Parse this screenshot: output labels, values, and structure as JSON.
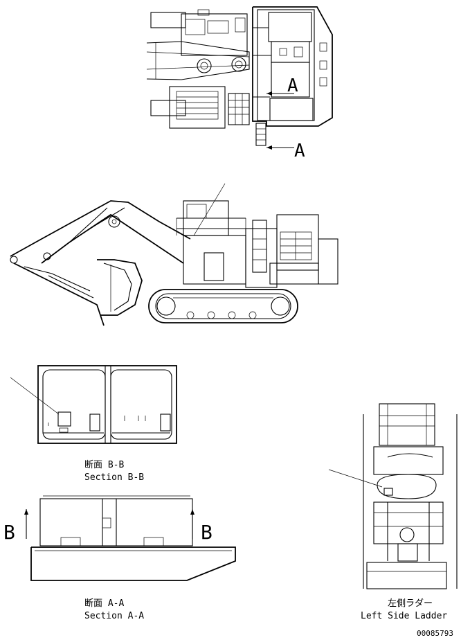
{
  "labels": {
    "section_a_marker_top": "A",
    "section_a_marker_bottom": "A",
    "section_b_marker_left": "B",
    "section_b_marker_right": "B",
    "section_bb_jp": "断面 B-B",
    "section_bb_en": "Section B-B",
    "section_aa_jp": "断面 A-A",
    "section_aa_en": "Section A-A",
    "left_ladder_jp": "左側ラダー",
    "left_ladder_en": "Left Side Ladder",
    "part_number": "00085793"
  }
}
